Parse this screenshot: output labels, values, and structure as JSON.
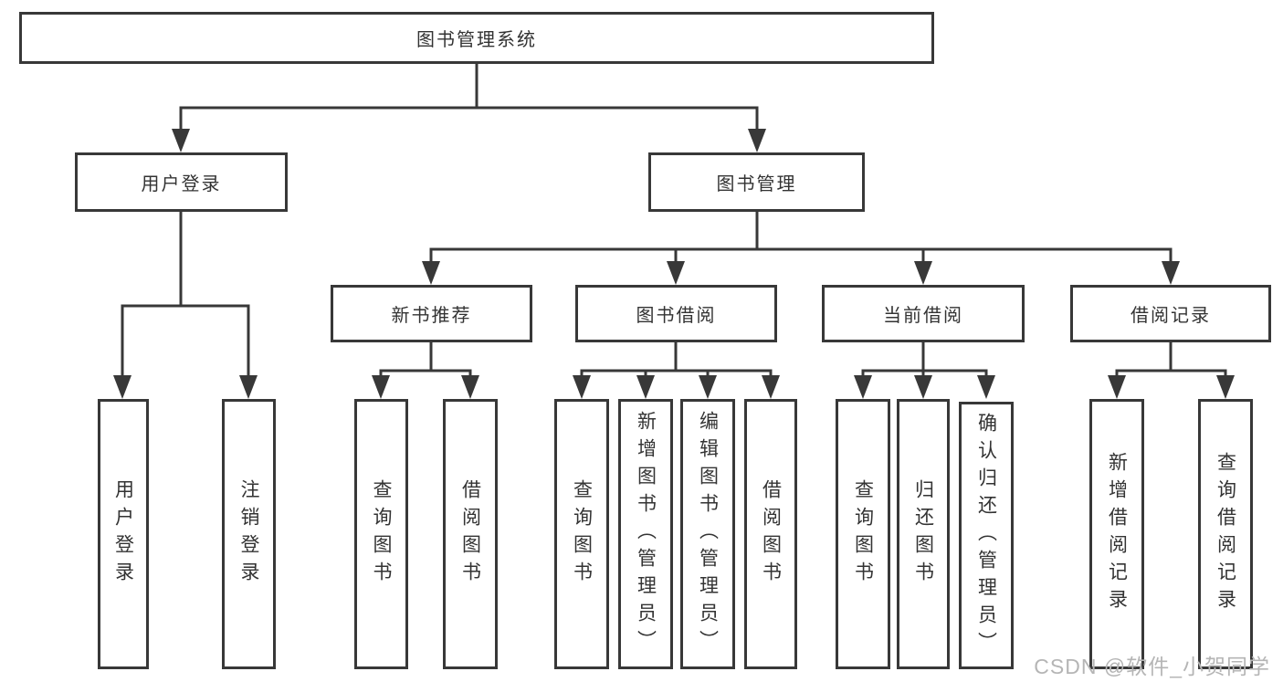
{
  "colors": {
    "line": "#383838",
    "text": "#333333",
    "watermark": "#b5b5b5",
    "background": "#ffffff"
  },
  "watermark": {
    "text": "CSDN @软件_小贺同学"
  },
  "tree": {
    "root": {
      "label": "图书管理系统"
    },
    "branches": [
      {
        "label": "用户登录",
        "children": [
          {
            "label": "用户登录"
          },
          {
            "label": "注销登录"
          }
        ]
      },
      {
        "label": "图书管理",
        "sections": [
          {
            "label": "新书推荐",
            "children": [
              {
                "label": "查询图书"
              },
              {
                "label": "借阅图书"
              }
            ]
          },
          {
            "label": "图书借阅",
            "children": [
              {
                "label": "查询图书"
              },
              {
                "label": "新增图书（管理员）"
              },
              {
                "label": "编辑图书（管理员）"
              },
              {
                "label": "借阅图书"
              }
            ]
          },
          {
            "label": "当前借阅",
            "children": [
              {
                "label": "查询图书"
              },
              {
                "label": "归还图书"
              },
              {
                "label": "确认归还（管理员）"
              }
            ]
          },
          {
            "label": "借阅记录",
            "children": [
              {
                "label": "新增借阅记录"
              },
              {
                "label": "查询借阅记录"
              }
            ]
          }
        ]
      }
    ]
  }
}
